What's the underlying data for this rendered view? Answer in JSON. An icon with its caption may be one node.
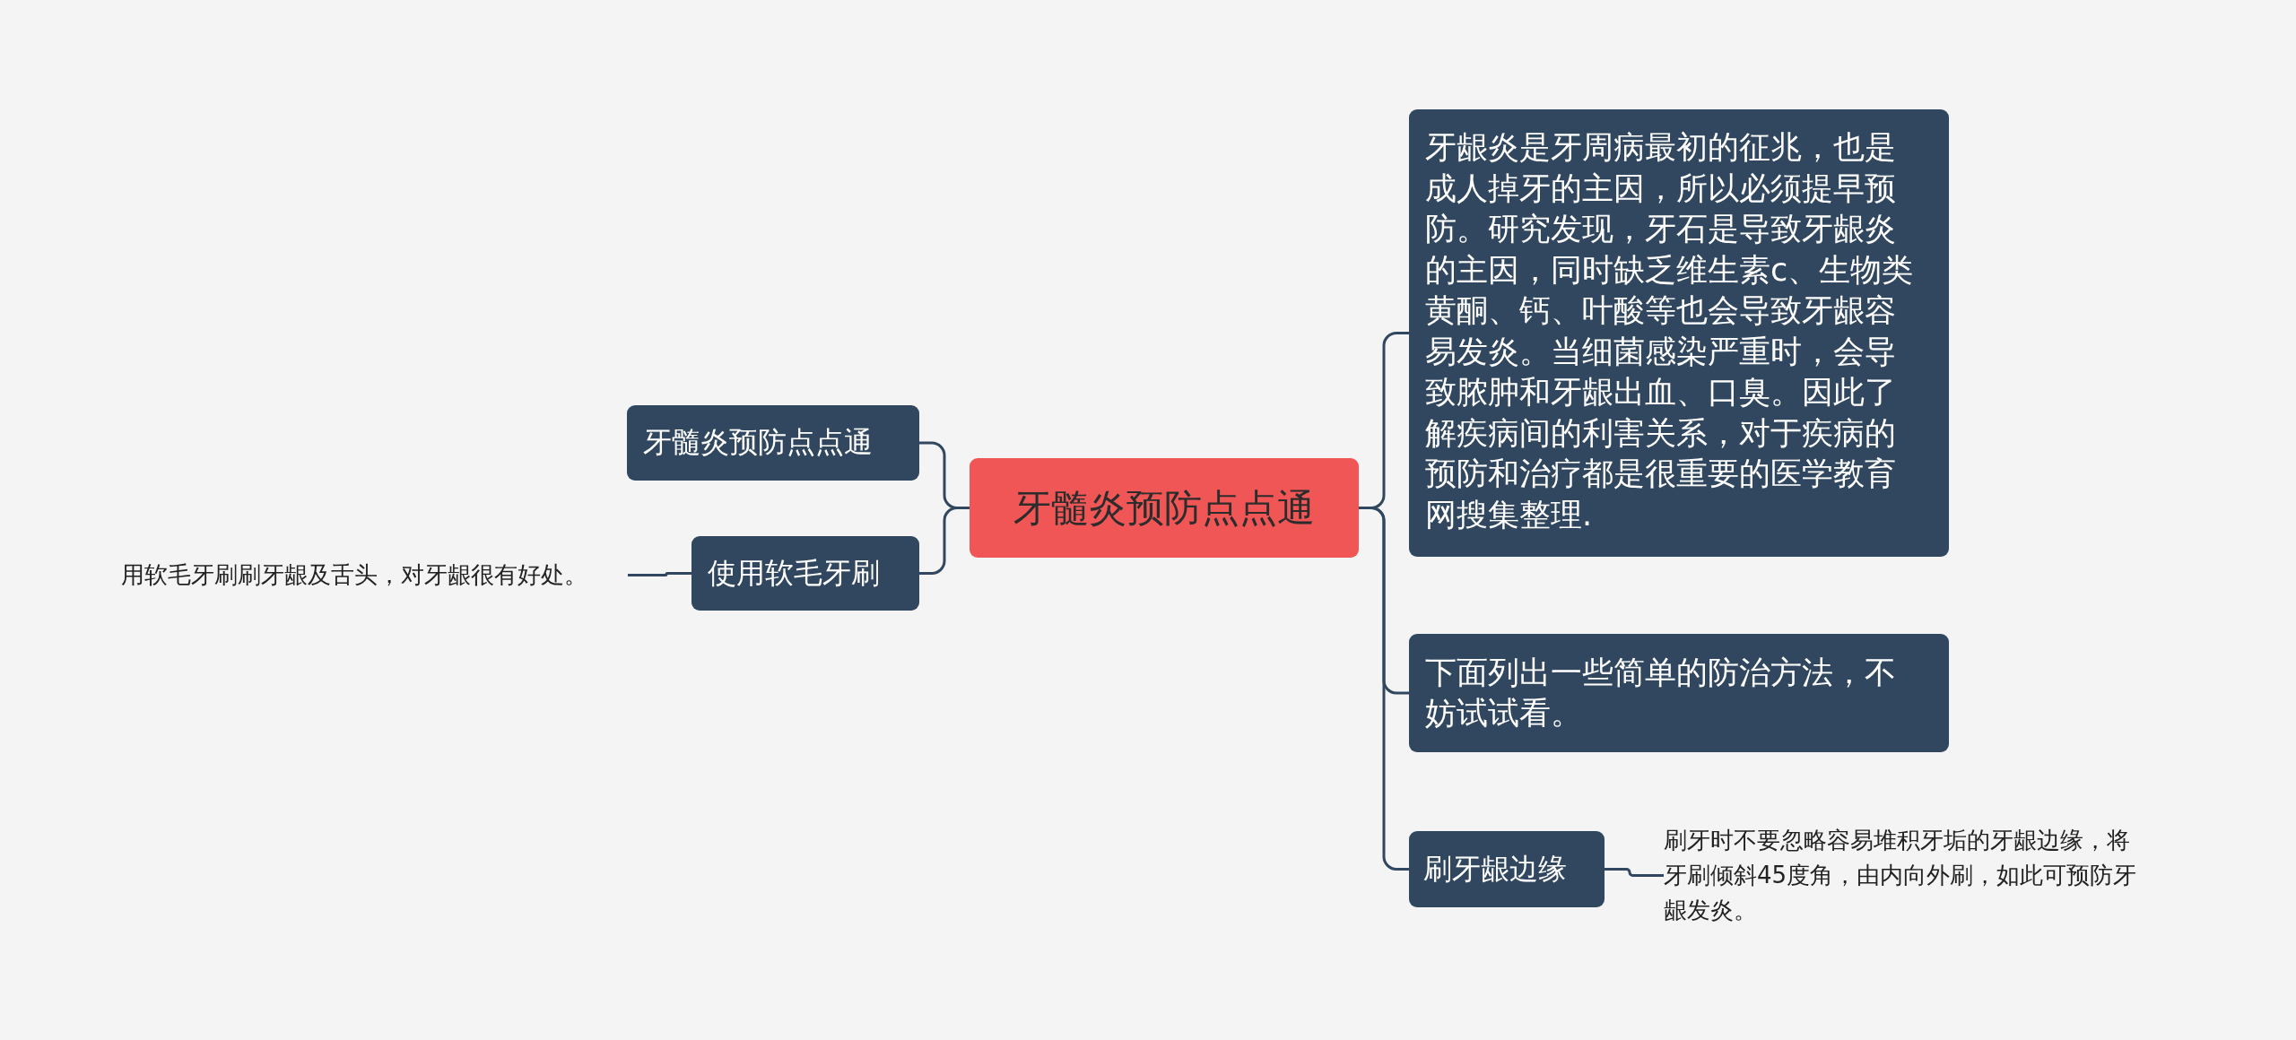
{
  "diagram": {
    "nodes": [
      {
        "text": [
          "牙髓炎预防点点通"
        ]
      },
      {
        "text": [
          "牙髓炎预防点点通"
        ]
      },
      {
        "text": [
          "使用软毛牙刷"
        ]
      },
      {
        "text": [
          "用软毛牙刷刷牙龈及舌头，对牙龈很有好处。"
        ]
      },
      {
        "text": [
          "牙龈炎是牙周病最初的征兆，也是成人掉牙的主因，所以必须提早预防。研究发现，牙石是导致牙龈炎的主因，同时缺乏维生素c、生物类黄酮、钙、叶酸等也会导致牙龈容易发炎。当细菌感染严重时，会导致脓肿和牙龈出血、口臭。因此了解疾病间的利害关系，对于疾病的预防和治疗都是很重要的医学教育网搜集整理."
        ]
      },
      {
        "text": [
          "下面列出一些简单的防治方法，不妨试试看。"
        ]
      },
      {
        "text": [
          "刷牙龈边缘"
        ]
      },
      {
        "text": [
          "刷牙时不要忽略容易堆积牙垢的牙龈边缘，将牙刷倾斜45度角，由内向外刷，如此可预防牙龈发炎。"
        ]
      }
    ],
    "edges": [
      {
        "from": 0,
        "to": 1,
        "arrow": "none"
      },
      {
        "from": 0,
        "to": 2,
        "arrow": "none"
      },
      {
        "from": 2,
        "to": 3,
        "arrow": "none"
      },
      {
        "from": 0,
        "to": 4,
        "arrow": "none"
      },
      {
        "from": 0,
        "to": 5,
        "arrow": "none"
      },
      {
        "from": 0,
        "to": 6,
        "arrow": "none"
      },
      {
        "from": 6,
        "to": 7,
        "arrow": "none"
      }
    ]
  }
}
